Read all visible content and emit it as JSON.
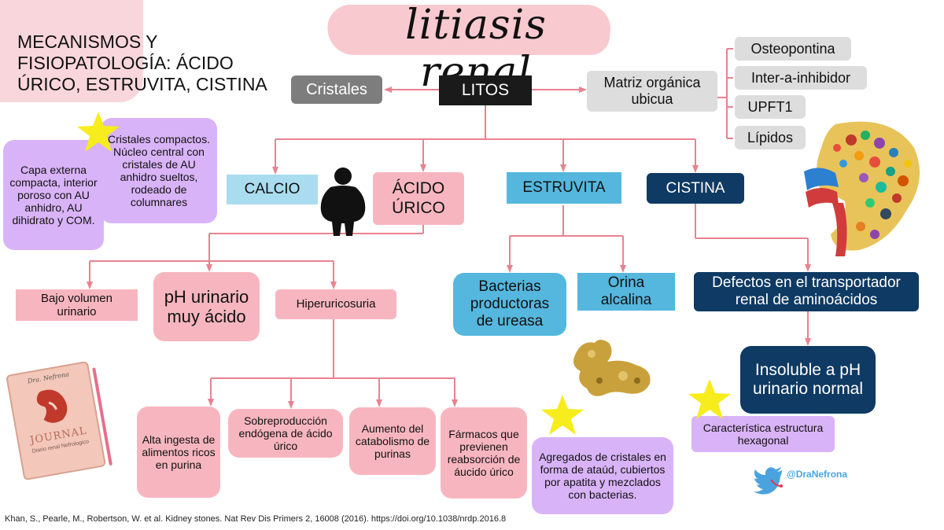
{
  "title": "litiasis renal",
  "subtitle": "MECANISMOS Y FISIOPATOLOGÍA: ÁCIDO ÚRICO, ESTRUVITA, CISTINA",
  "center": "LITOS",
  "left_node": "Cristales",
  "right_node": "Matriz orgánica ubicua",
  "matrix_items": [
    "Osteopontina",
    "Inter-a-inhibidor",
    "UPFT1",
    "Lípidos"
  ],
  "types": {
    "calcio": "CALCIO",
    "acido_urico": "ÁCIDO ÚRICO",
    "estruvita": "ESTRUVITA",
    "cistina": "CISTINA"
  },
  "notes": {
    "capa": "Capa externa compacta, interior poroso con AU anhidro, AU dihidrato y COM.",
    "cristales_compactos": "Cristales compactos. Núcleo central con cristales de AU anhidro sueltos, rodeado de columnares",
    "agregados": "Agregados de cristales en forma de ataúd, cubiertos por apatita y mezclados con bacterias.",
    "hexagonal": "Característica estructura hexagonal"
  },
  "urico_causes": [
    "Bajo volumen urinario",
    "pH urinario muy ácido",
    "Hiperuricosuria"
  ],
  "hiperuricosuria_causes": [
    "Alta ingesta de alimentos ricos en purina",
    "Sobreproducción endógena de ácido úrico",
    "Aumento del catabolismo de purinas",
    "Fármacos que previenen reabsorción de áucido úrico"
  ],
  "estruvita_causes": [
    "Bacterias productoras de ureasa",
    "Orina alcalina"
  ],
  "cistina_chain": [
    "Defectos en el transportador renal de aminoácidos",
    "Insoluble a pH urinario normal"
  ],
  "journal": {
    "top": "Dra. Nefrona",
    "cover": "JOURNAL",
    "sub": "Diario renal Nefrologico"
  },
  "handle": "@DraNefrona",
  "reference": "Khan, S., Pearle, M., Robertson, W. et al. Kidney stones. Nat Rev Dis Primers 2, 16008 (2016). https://doi.org/10.1038/nrdp.2016.8",
  "colors": {
    "pink": "#f7b6bf",
    "line": "#e8838f",
    "blue": "#55b7de",
    "navy": "#0e3a63",
    "lilac": "#d9b3f7",
    "star": "#f7ec1c"
  }
}
